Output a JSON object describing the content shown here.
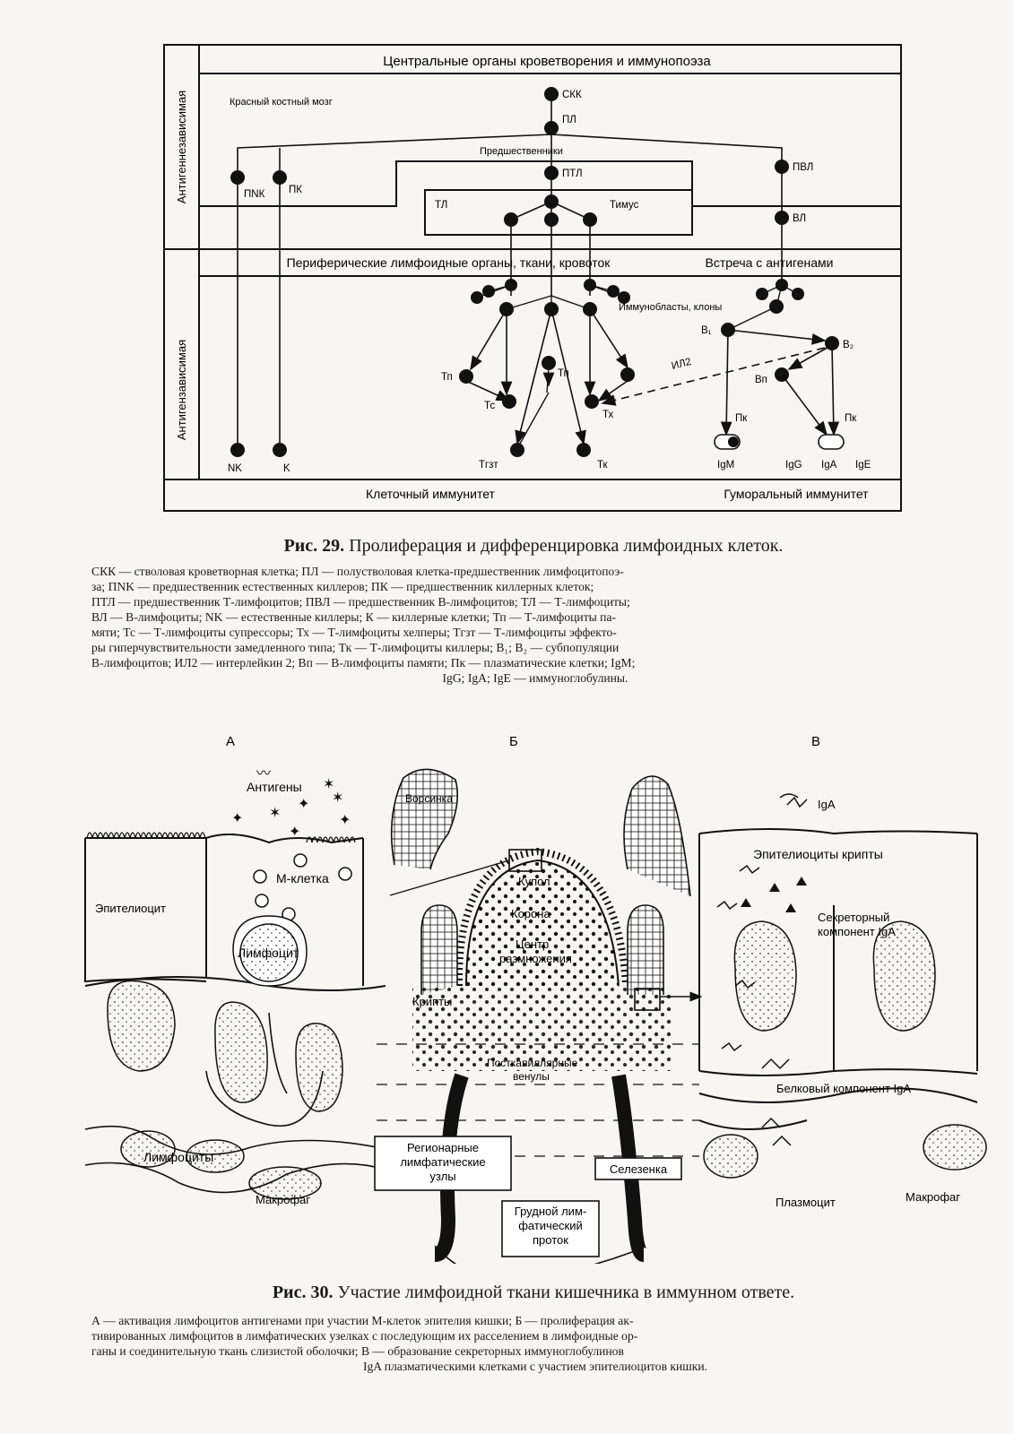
{
  "figure29": {
    "side_top": "Антигеннезависимая",
    "side_bottom": "Антигензависимая",
    "header_top": "Центральные органы кроветворения и иммунопоэза",
    "bone_marrow": "Красный костный мозг",
    "header_mid_left": "Периферические лимфоидные органы, ткани, кровоток",
    "header_mid_right": "Встреча с антигенами",
    "footer_left": "Клеточный иммунитет",
    "footer_right": "Гуморальный иммунитет",
    "precursors": "Предшественники",
    "thymus": "Тимус",
    "immunoblasts": "Иммунобласты, клоны",
    "il2": "ИЛ2",
    "nodes": {
      "skk": "СКК",
      "pl": "ПЛ",
      "ptl": "ПТЛ",
      "pvl": "ПВЛ",
      "vl": "ВЛ",
      "tl": "ТЛ",
      "pnk": "ПNК",
      "pk_top": "ПК",
      "nk": "NK",
      "k": "K",
      "tp1": "Тп",
      "tp2": "Тп",
      "tc": "Тс",
      "tx": "Тх",
      "tgzt": "Тгзт",
      "tk": "Тк",
      "b1": "B₁",
      "b2": "B₂",
      "bp": "Вп",
      "pk1": "Пк",
      "pk2": "Пк",
      "igm": "IgM",
      "igg": "IgG",
      "iga": "IgA",
      "ige": "IgE"
    },
    "caption_num": "Рис. 29.",
    "caption_text": "Пролиферация и дифференцировка лимфоидных клеток.",
    "legend_lines": [
      "СКК — стволовая кроветворная клетка; ПЛ — полустволовая клетка-предшественник лимфоцитопоэ-",
      "за; ПNK — предшественник естественных киллеров; ПК — предшественник киллерных клеток;",
      "ПТЛ — предшественник Т-лимфоцитов; ПВЛ — предшественник В-лимфоцитов; ТЛ — Т-лимфоциты;",
      "ВЛ — В-лимфоциты; NK — естественные киллеры; К — киллерные клетки; Тп — Т-лимфоциты па-",
      "мяти; Тс — Т-лимфоциты супрессоры; Тх — Т-лимфоциты хелперы; Тгзт — Т-лимфоциты эффекто-",
      "ры гиперчувствительности замедленного типа; Тк — Т-лимфоциты киллеры; B₁; B₂ — субпопуляции",
      "В-лимфоцитов; ИЛ2 — интерлейкин 2; Вп — В-лимфоциты памяти; Пк — плазматические клетки; IgM;",
      "IgG; IgA; IgE — иммуноглобулины."
    ]
  },
  "figure30": {
    "panel_a": "А",
    "panel_b": "Б",
    "panel_c": "В",
    "antigens": "Антигены",
    "m_cell": "М-клетка",
    "epitheliocyte": "Эпителиоцит",
    "lymphocyte": "Лимфоцит",
    "lymphocytes": "Лимфоциты",
    "macrophage_a": "Макрофаг",
    "villus": "Ворсинка",
    "dome": "Купол",
    "corona": "Корона",
    "center_1": "Центр",
    "center_2": "размножения",
    "crypts": "Крипты",
    "venules_1": "Посткапиллярные",
    "venules_2": "венулы",
    "regional_1": "Регионарные",
    "regional_2": "лимфатические",
    "regional_3": "узлы",
    "spleen": "Селезенка",
    "duct_1": "Грудной лим-",
    "duct_2": "фатический",
    "duct_3": "проток",
    "iga_top": "IgA",
    "crypt_epith": "Эпителиоциты крипты",
    "secretory_1": "Секреторный",
    "secretory_2": "компонент IgA",
    "protein_comp": "Белковый компонент IgA",
    "plasmocyte": "Плазмоцит",
    "macrophage_c": "Макрофаг",
    "caption_num": "Рис. 30.",
    "caption_text": "Участие лимфоидной ткани кишечника в иммунном ответе.",
    "legend_lines": [
      "А — активация лимфоцитов антигенами при участии М-клеток эпителия кишки; Б — пролиферация ак-",
      "тивированных лимфоцитов в лимфатических узелках с последующим их расселением в лимфоидные ор-",
      "ганы и соединительную ткань слизистой оболочки; В — образование секреторных иммуноглобулинов",
      "IgA плазматическими клетками с участием эпителиоцитов кишки."
    ]
  }
}
